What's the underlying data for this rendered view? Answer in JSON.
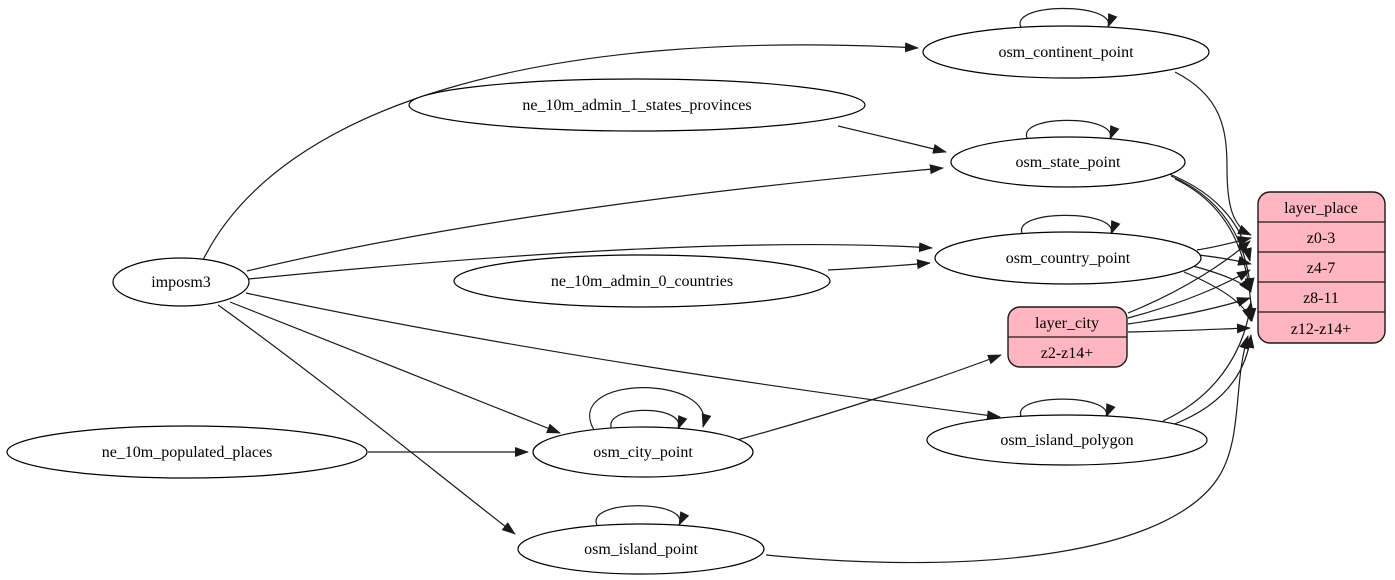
{
  "diagram": {
    "kind": "graphviz-etl-digraph",
    "background": "#ffffff",
    "node_fill": "#ffffff",
    "record_fill": "#ffb6c1",
    "edge_color": "#1a1a1a",
    "text_color": "#000000"
  },
  "nodes": {
    "imposm3": {
      "label": "imposm3"
    },
    "ne_10m_admin_1_states_provinces": {
      "label": "ne_10m_admin_1_states_provinces"
    },
    "ne_10m_admin_0_countries": {
      "label": "ne_10m_admin_0_countries"
    },
    "ne_10m_populated_places": {
      "label": "ne_10m_populated_places"
    },
    "osm_continent_point": {
      "label": "osm_continent_point"
    },
    "osm_state_point": {
      "label": "osm_state_point"
    },
    "osm_country_point": {
      "label": "osm_country_point"
    },
    "osm_city_point": {
      "label": "osm_city_point"
    },
    "osm_island_polygon": {
      "label": "osm_island_polygon"
    },
    "osm_island_point": {
      "label": "osm_island_point"
    }
  },
  "records": {
    "layer_place": {
      "title": "layer_place",
      "rows": [
        "z0-3",
        "z4-7",
        "z8-11",
        "z12-z14+"
      ]
    },
    "layer_city": {
      "title": "layer_city",
      "rows": [
        "z2-z14+"
      ]
    }
  },
  "edges": [
    {
      "from": "imposm3",
      "to": "osm_continent_point"
    },
    {
      "from": "imposm3",
      "to": "osm_state_point"
    },
    {
      "from": "imposm3",
      "to": "osm_country_point"
    },
    {
      "from": "imposm3",
      "to": "osm_city_point"
    },
    {
      "from": "imposm3",
      "to": "osm_island_polygon"
    },
    {
      "from": "imposm3",
      "to": "osm_island_point"
    },
    {
      "from": "ne_10m_admin_1_states_provinces",
      "to": "osm_state_point"
    },
    {
      "from": "ne_10m_admin_0_countries",
      "to": "osm_country_point"
    },
    {
      "from": "ne_10m_populated_places",
      "to": "osm_city_point"
    },
    {
      "from": "osm_continent_point",
      "to": "osm_continent_point"
    },
    {
      "from": "osm_state_point",
      "to": "osm_state_point"
    },
    {
      "from": "osm_country_point",
      "to": "osm_country_point"
    },
    {
      "from": "osm_city_point",
      "to": "osm_city_point"
    },
    {
      "from": "osm_city_point",
      "to": "osm_city_point"
    },
    {
      "from": "osm_island_polygon",
      "to": "osm_island_polygon"
    },
    {
      "from": "osm_island_point",
      "to": "osm_island_point"
    },
    {
      "from": "osm_city_point",
      "to": "layer_city:z2-z14+"
    },
    {
      "from": "osm_continent_point",
      "to": "layer_place:z0-3"
    },
    {
      "from": "osm_state_point",
      "to": "layer_place:z4-7"
    },
    {
      "from": "osm_state_point",
      "to": "layer_place:z8-11"
    },
    {
      "from": "osm_state_point",
      "to": "layer_place:z12-z14+"
    },
    {
      "from": "osm_country_point",
      "to": "layer_place:z0-3"
    },
    {
      "from": "osm_country_point",
      "to": "layer_place:z4-7"
    },
    {
      "from": "osm_country_point",
      "to": "layer_place:z8-11"
    },
    {
      "from": "osm_country_point",
      "to": "layer_place:z12-z14+"
    },
    {
      "from": "layer_city",
      "to": "layer_place:z0-3"
    },
    {
      "from": "layer_city",
      "to": "layer_place:z4-7"
    },
    {
      "from": "layer_city",
      "to": "layer_place:z8-11"
    },
    {
      "from": "layer_city",
      "to": "layer_place:z12-z14+"
    },
    {
      "from": "osm_island_polygon",
      "to": "layer_place:z8-11"
    },
    {
      "from": "osm_island_polygon",
      "to": "layer_place:z12-z14+"
    },
    {
      "from": "osm_island_point",
      "to": "layer_place:z12-z14+"
    }
  ]
}
